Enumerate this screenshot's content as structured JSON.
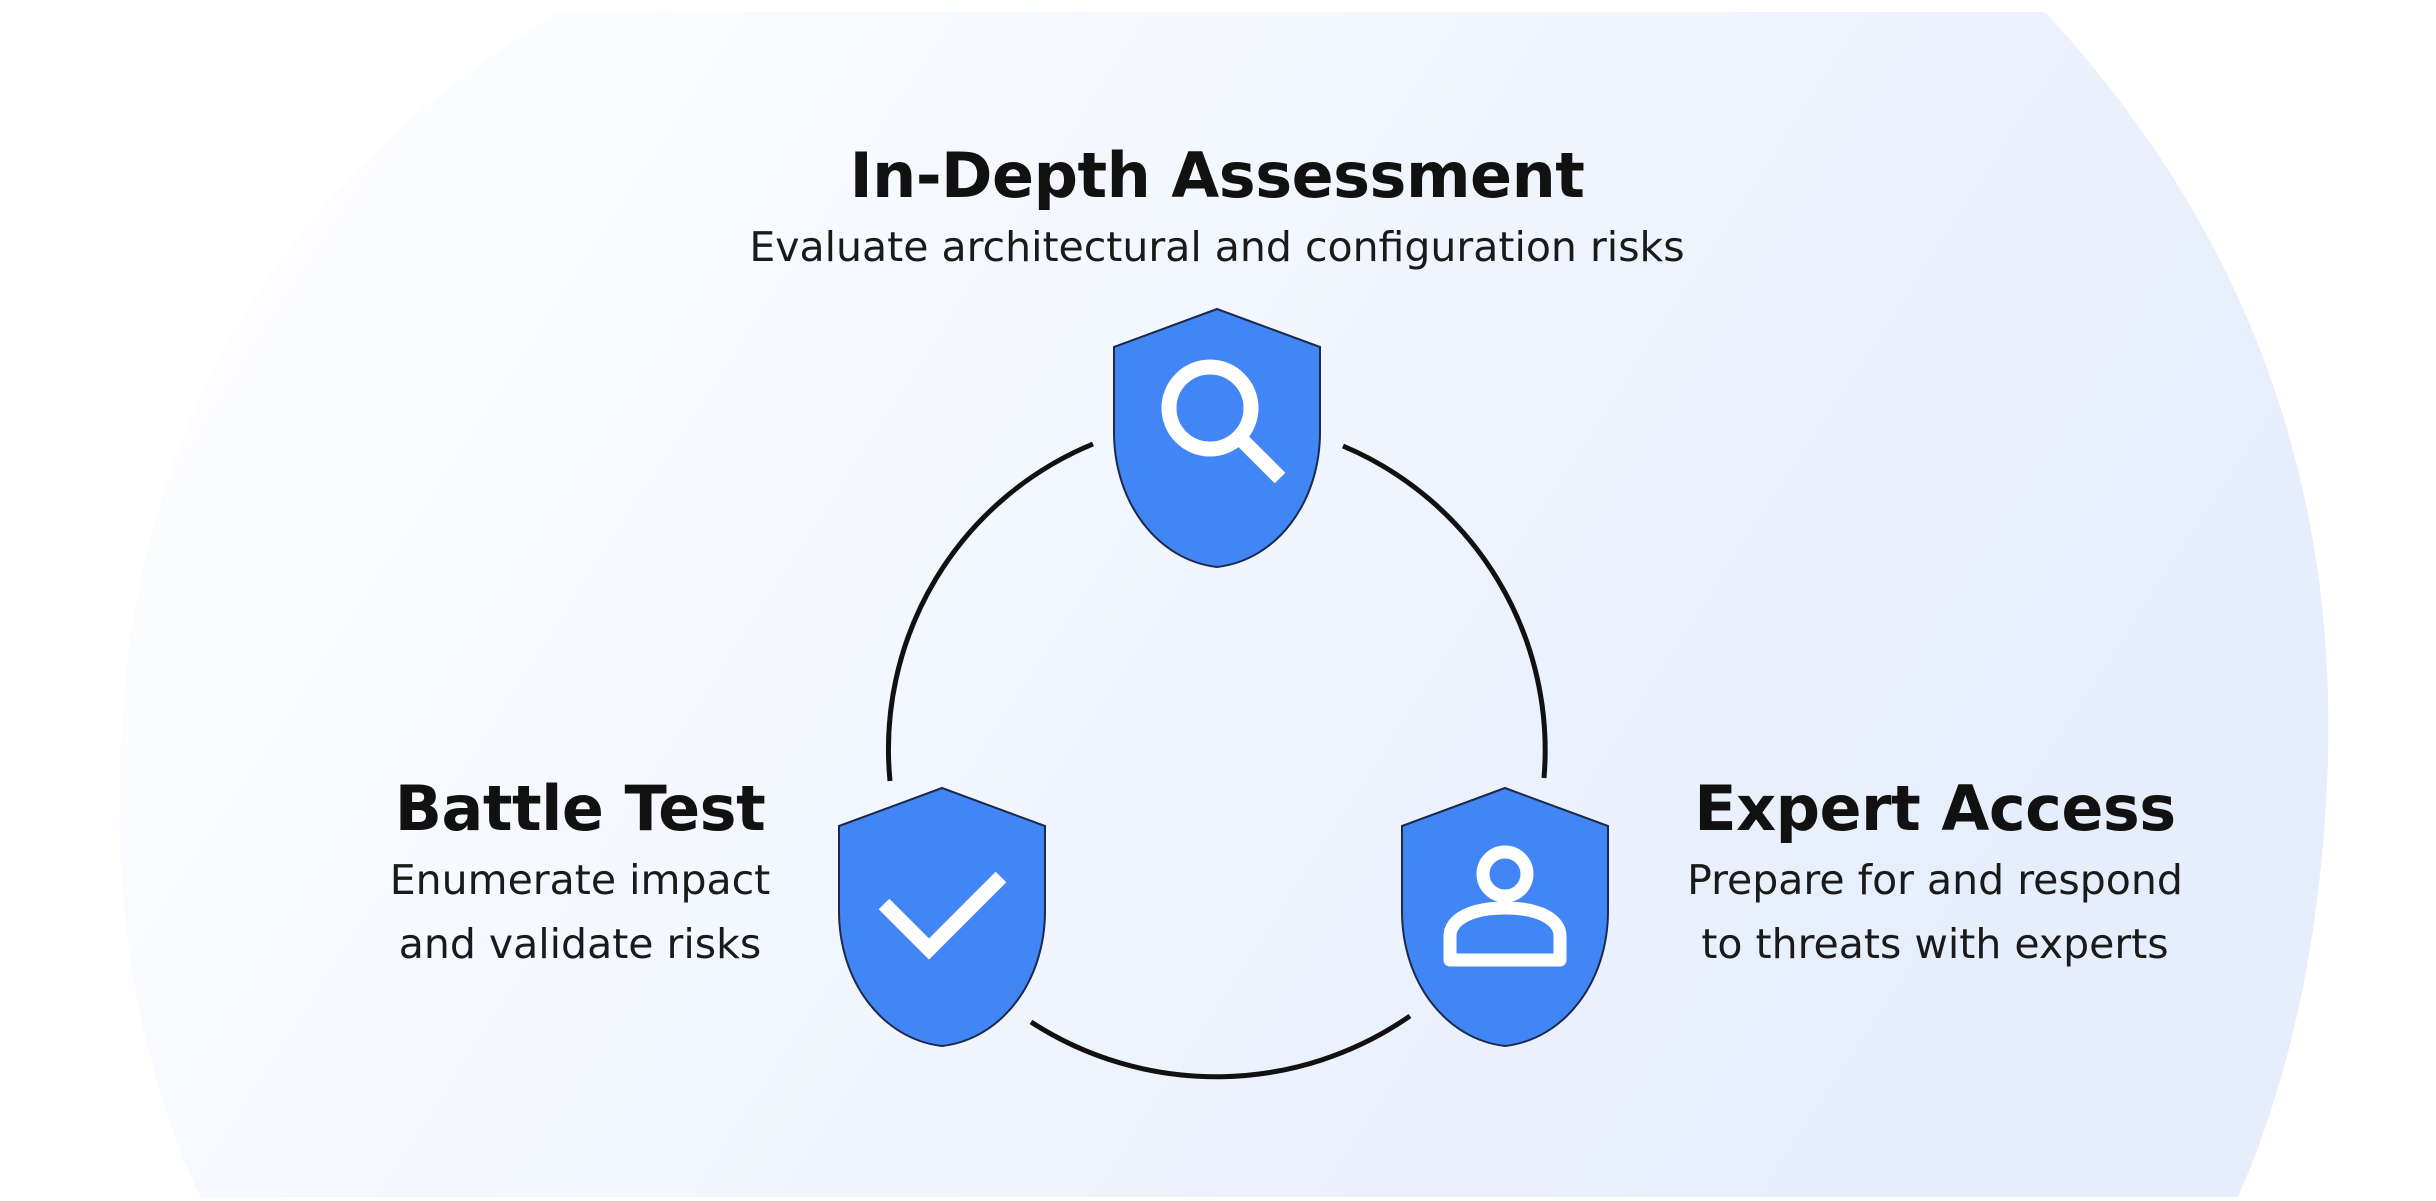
{
  "colors": {
    "shield_fill": "#4285F4",
    "shield_stroke": "#1b2a4a",
    "icon_color": "#ffffff",
    "ring_color": "#111111",
    "title_color": "#111111",
    "background_light": "#ffffff",
    "background_tint": "#e6eefc"
  },
  "nodes": {
    "assessment": {
      "title": "In-Depth Assessment",
      "description_lines": [
        "Evaluate architectural and configuration risks"
      ],
      "icon": "magnifier-icon"
    },
    "battle_test": {
      "title": "Battle Test",
      "description_lines": [
        "Enumerate impact",
        "and validate risks"
      ],
      "icon": "checkmark-icon"
    },
    "expert_access": {
      "title": "Expert Access",
      "description_lines": [
        "Prepare for and respond",
        "to threats with experts"
      ],
      "icon": "person-icon"
    }
  }
}
